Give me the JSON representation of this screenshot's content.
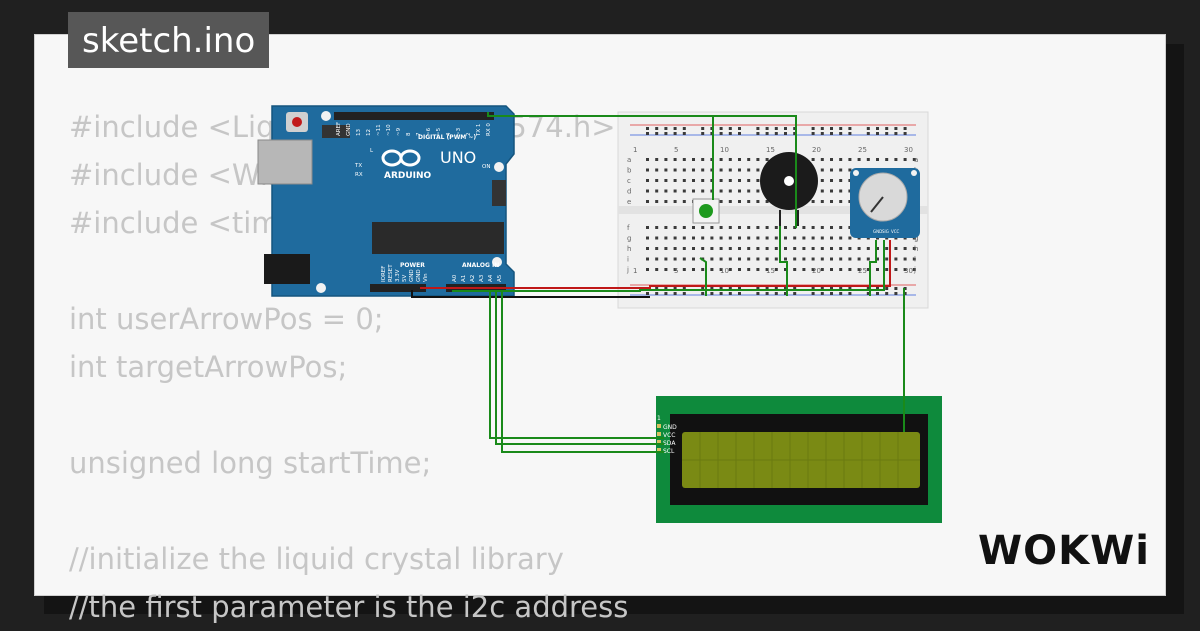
{
  "title": "sketch.ino",
  "code_lines": [
    "#include <LiquidCrystal_PCF8574.h>",
    "#include <Wire.h>",
    "#include <time.h>",
    "",
    "int userArrowPos = 0;",
    "int targetArrowPos;",
    "",
    "unsigned long startTime;",
    "",
    "//initialize the liquid crystal library",
    "//the first parameter is the i2c address"
  ],
  "arduino": {
    "brand": "ARDUINO",
    "model": "UNO",
    "header_digital": "DIGITAL (PWM ~)",
    "header_power": "POWER",
    "header_analog": "ANALOG IN",
    "led_labels": [
      "L",
      "TX",
      "RX",
      "ON"
    ],
    "power_pins": [
      "IOREF",
      "RESET",
      "3.3V",
      "5V",
      "GND",
      "GND",
      "Vin"
    ],
    "analog_pins": [
      "A0",
      "A1",
      "A2",
      "A3",
      "A4",
      "A5"
    ],
    "digital_pins": [
      "AREF",
      "GND",
      "13",
      "12",
      "~11",
      "~10",
      "~9",
      "8",
      "7",
      "~6",
      "~5",
      "4",
      "~3",
      "2",
      "TX 1",
      "RX 0"
    ]
  },
  "breadboard": {
    "column_numbers": [
      "1",
      "5",
      "10",
      "15",
      "20",
      "25",
      "30"
    ],
    "row_letters_top": [
      "a",
      "b",
      "c",
      "d",
      "e"
    ],
    "row_letters_bottom": [
      "f",
      "g",
      "h",
      "i",
      "j"
    ]
  },
  "potentiometer": {
    "pins": [
      "GND",
      "SIG",
      "VCC"
    ]
  },
  "lcd": {
    "pins": [
      "GND",
      "VCC",
      "SDA",
      "SCL"
    ],
    "pin1_label": "1"
  },
  "logo": "WOKWi",
  "colors": {
    "board_blue": "#1f6b9e",
    "wire_green": "#1a8a1a",
    "wire_red": "#c01818",
    "wire_black": "#111111",
    "lcd_green": "#0e8a3c",
    "lcd_screen": "#7a8a14"
  }
}
